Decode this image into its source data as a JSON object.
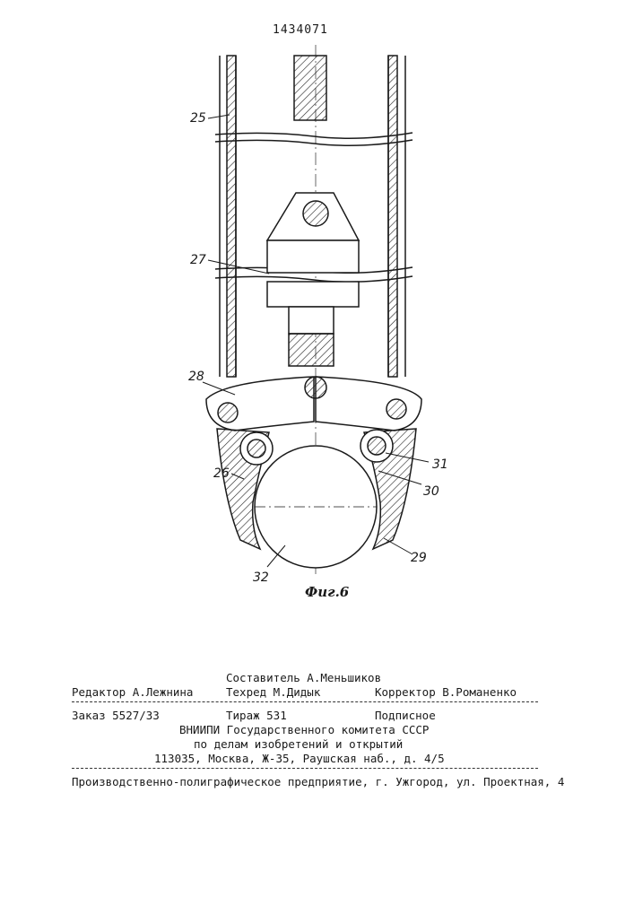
{
  "patent_number": "1434071",
  "labels": {
    "l25": "25",
    "l27": "27",
    "l28": "28",
    "l26": "26",
    "l31": "31",
    "l30": "30",
    "l29": "29",
    "l32": "32"
  },
  "figure_caption": "Фиг.6",
  "imprint": {
    "compiler": "Составитель А.Меньшиков",
    "editor": "Редактор А.Лежнина",
    "techred": "Техред М.Дидык",
    "corrector": "Корректор В.Романенко",
    "order": "Заказ 5527/33",
    "circulation": "Тираж 531",
    "subscription": "Подписное",
    "institute": "ВНИИПИ Государственного комитета СССР",
    "affairs": "по делам изобретений и открытий",
    "address": "113035, Москва, Ж-35, Раушская наб., д. 4/5",
    "printing": "Производственно-полиграфическое предприятие, г. Ужгород, ул. Проектная, 4"
  }
}
